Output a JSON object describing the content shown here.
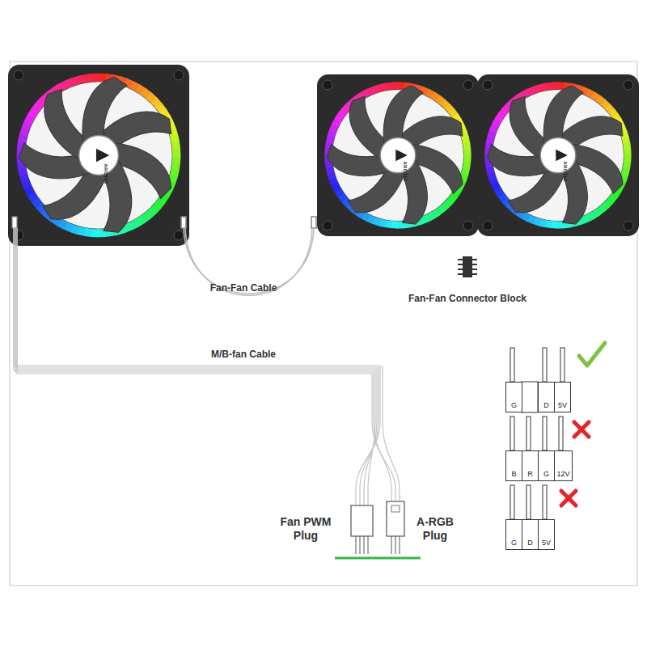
{
  "diagram": {
    "nodes": [
      {
        "text": [
          "G"
        ]
      },
      {
        "text": [
          "D"
        ]
      },
      {
        "text": [
          "5V"
        ]
      },
      {
        "text": [
          "B"
        ]
      },
      {
        "text": [
          "R"
        ]
      },
      {
        "text": [
          "G"
        ]
      },
      {
        "text": [
          "12V"
        ]
      },
      {
        "text": [
          "G"
        ]
      },
      {
        "text": [
          "D"
        ]
      },
      {
        "text": [
          "5V"
        ]
      }
    ],
    "edges": [],
    "labels": [
      "ARCTIC",
      "ARCTIC",
      "ARCTIC",
      "Fan-Fan Cable",
      "Fan-Fan Connector Block",
      "M/B-fan Cable",
      "Fan PWM Plug",
      "A-RGB Plug"
    ]
  }
}
